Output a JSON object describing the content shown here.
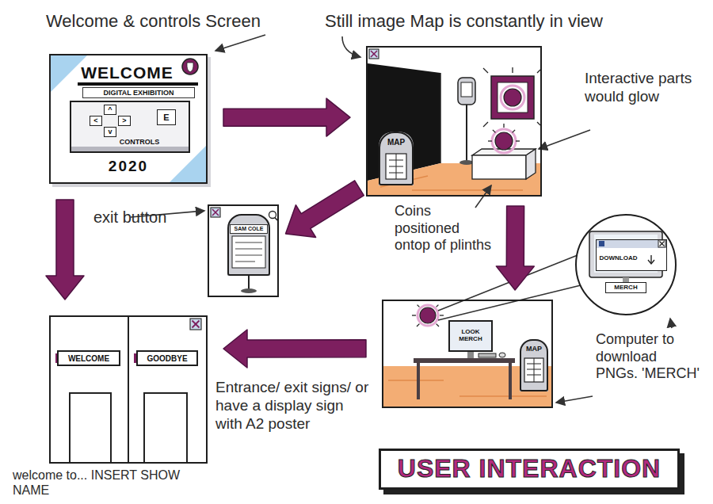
{
  "diagram": {
    "nodes": [
      {
        "text": [
          "WELCOME",
          "DIGITAL EXHIBITION",
          "2020"
        ]
      },
      {
        "text": [
          "CONTROLS"
        ],
        "in": 0
      },
      {
        "text": [
          "^"
        ],
        "in": 1
      },
      {
        "text": [
          "<"
        ],
        "in": 1
      },
      {
        "text": [
          ">"
        ],
        "in": 1
      },
      {
        "text": [
          "v"
        ],
        "in": 1
      },
      {
        "text": [
          "E"
        ],
        "in": 1
      },
      {
        "text": []
      },
      {
        "text": [
          "MAP"
        ],
        "in": 7
      },
      {
        "text": []
      },
      {
        "text": [
          "SAM COLE"
        ],
        "in": 9
      },
      {
        "text": []
      },
      {
        "text": [
          "DOWNLOAD"
        ],
        "in": 11
      },
      {
        "text": [
          "MERCH"
        ],
        "in": 11
      },
      {
        "text": []
      },
      {
        "text": [
          "LOOK MERCH"
        ],
        "in": 14
      },
      {
        "text": [
          "MAP"
        ],
        "in": 14
      },
      {
        "text": []
      },
      {
        "text": [
          "WELCOME"
        ],
        "in": 17
      },
      {
        "text": [
          "GOODBYE"
        ],
        "in": 17
      },
      {
        "text": [
          "USER INTERACTION"
        ]
      }
    ],
    "edges": [
      {
        "from": 0,
        "to": 7,
        "arrow": "to"
      },
      {
        "from": 0,
        "to": 17,
        "arrow": "to"
      },
      {
        "from": 7,
        "to": 9,
        "arrow": "to"
      },
      {
        "from": 7,
        "to": 14,
        "arrow": "to"
      },
      {
        "from": 14,
        "to": 17,
        "arrow": "to"
      }
    ],
    "labels": [
      "Welcome & controls Screen",
      "Still image Map is constantly in view",
      "Interactive parts would glow",
      "exit button",
      "Coins positioned ontop of plinths",
      "Computer to download PNGs. 'MERCH'",
      "Entrance/ exit signs/ or have a display sign with A2 poster",
      "welcome to... INSERT SHOW NAME"
    ]
  }
}
